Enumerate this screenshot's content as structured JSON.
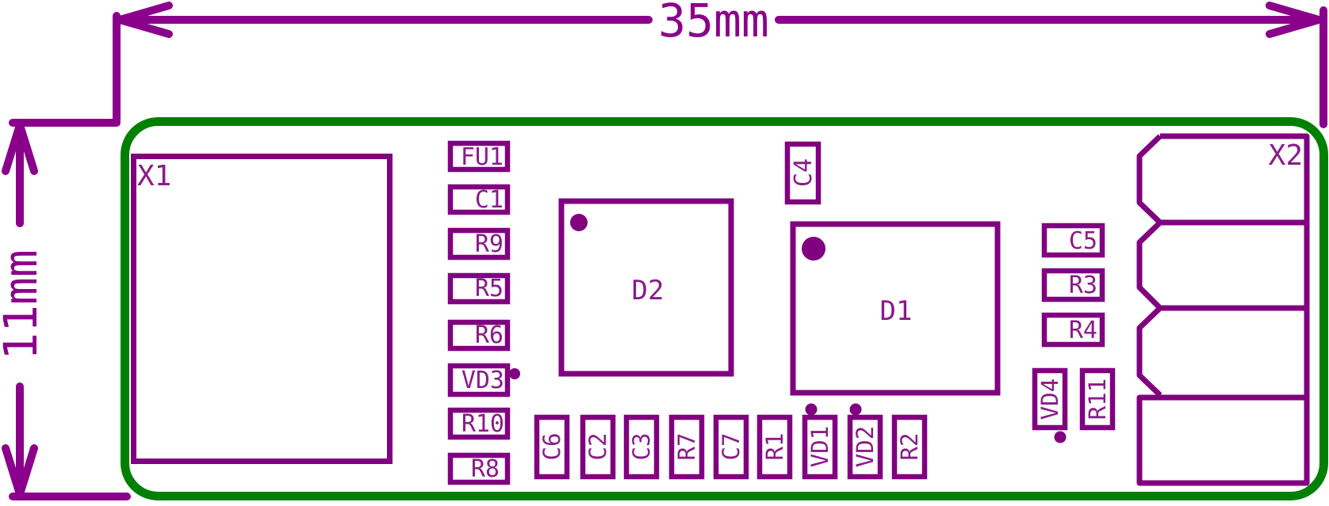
{
  "drawing": {
    "type": "pcb-dimension-drawing",
    "board_outline_color": "#008000",
    "silkscreen_color": "#800080",
    "dimension_color": "#8b008b"
  },
  "dimensions": {
    "width_label": "35mm",
    "height_label": "11mm"
  },
  "components": {
    "x1": "X1",
    "x2": "X2",
    "d1": "D1",
    "d2": "D2",
    "c4": "C4",
    "left_column": [
      "FU1",
      "C1",
      "R9",
      "R5",
      "R6",
      "VD3",
      "R10",
      "R8"
    ],
    "bottom_row": [
      "C6",
      "C2",
      "C3",
      "R7",
      "C7",
      "R1",
      "VD1",
      "VD2",
      "R2"
    ],
    "right_column": [
      "C5",
      "R3",
      "R4"
    ],
    "right_bottom": [
      "VD4",
      "R11"
    ]
  }
}
